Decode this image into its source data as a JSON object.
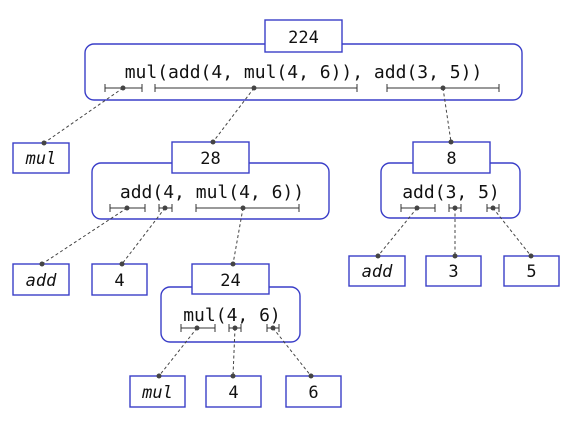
{
  "diagram": {
    "root": {
      "expression": "mul(add(4, mul(4, 6)), add(3, 5))",
      "value": "224",
      "operator_leaf": "mul"
    },
    "left": {
      "expression": "add(4, mul(4, 6))",
      "value": "28",
      "operator_leaf": "add",
      "operand_leaf": "4"
    },
    "inner": {
      "expression": "mul(4, 6)",
      "value": "24",
      "operator_leaf": "mul",
      "operand_leaves": [
        "4",
        "6"
      ]
    },
    "right": {
      "expression": "add(3, 5)",
      "value": "8",
      "operator_leaf": "add",
      "operand_leaves": [
        "3",
        "5"
      ]
    },
    "colors": {
      "box_border": "#3a3ec8",
      "connector": "#444444",
      "text": "#111111"
    }
  }
}
